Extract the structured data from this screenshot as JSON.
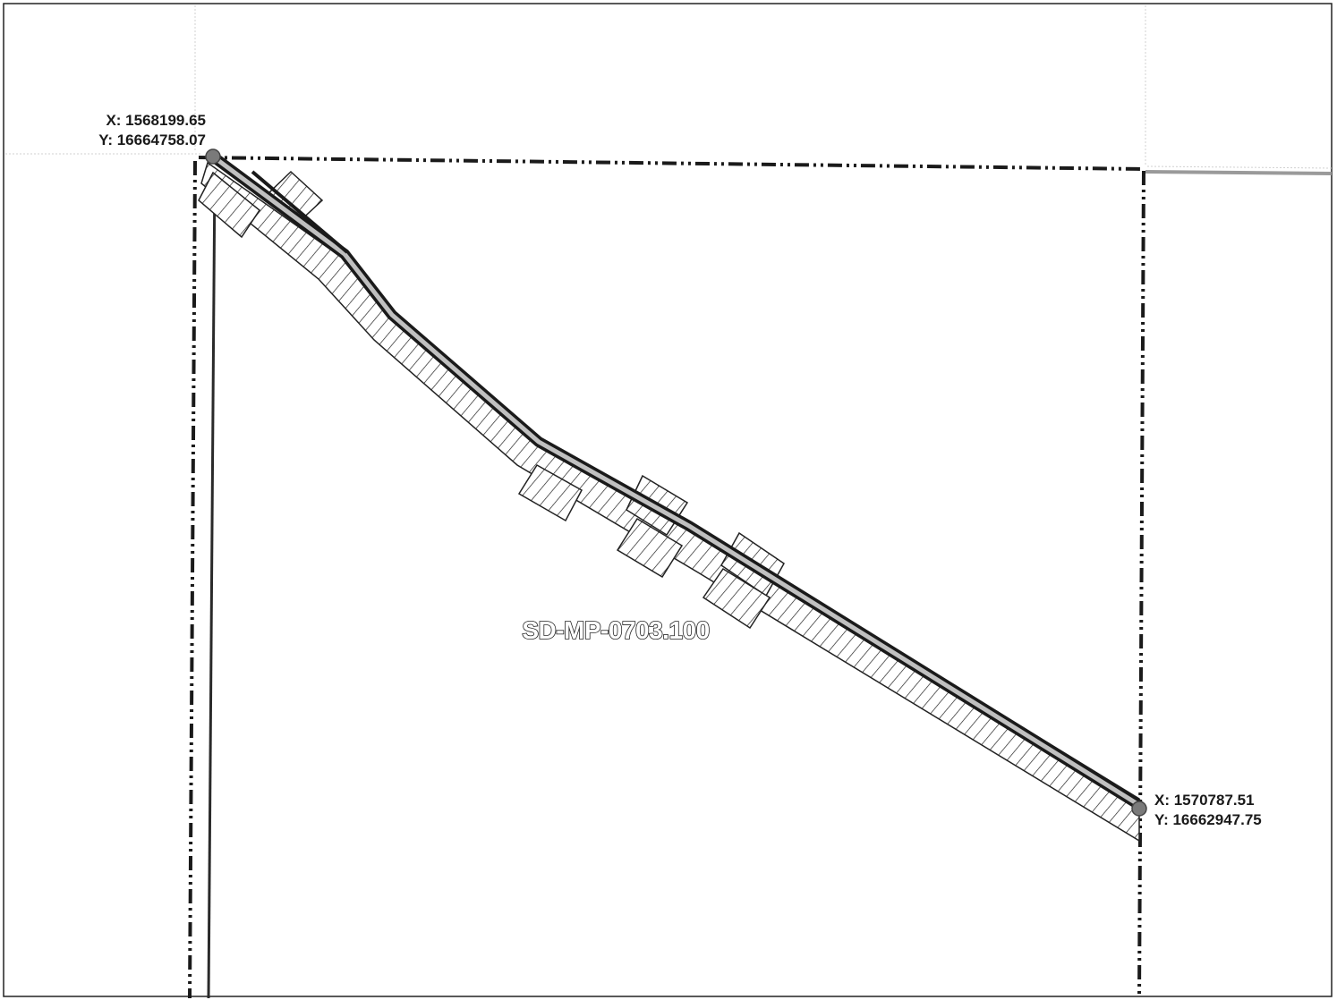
{
  "map": {
    "start_point": {
      "x_label": "X: 1568199.65",
      "y_label": "Y: 16664758.07"
    },
    "end_point": {
      "x_label": "X: 1570787.51",
      "y_label": "Y: 16662947.75"
    },
    "feature_label": "SD-MP-0703.100",
    "colors": {
      "background": "#ffffff",
      "line_dark": "#1a1a1a",
      "line_light": "#bdbdbd",
      "hatch": "#222222",
      "marker": "#7a7a7a",
      "grid": "#d6d6d6"
    }
  }
}
